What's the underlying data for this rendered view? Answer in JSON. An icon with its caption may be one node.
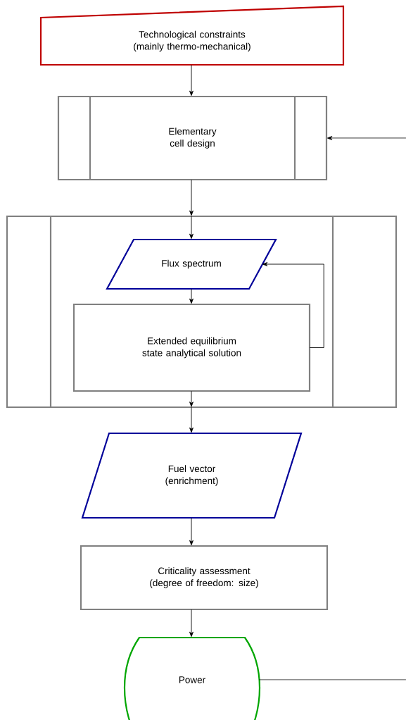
{
  "diagram": {
    "nodes": [
      {
        "text": [
          "Technological constraints (mainly thermo-mechanical)"
        ]
      },
      {
        "text": [
          "Elementary cell design"
        ]
      },
      {
        "text": [],
        "shape": "box"
      },
      {
        "text": [
          "Flux spectrum"
        ],
        "in": 2
      },
      {
        "text": [
          "Extended equilibrium state analytical solution"
        ],
        "in": 2
      },
      {
        "text": [
          "Fuel vector (enrichment)"
        ]
      },
      {
        "text": [
          "Criticality assessment (degree of freedom: size)"
        ]
      },
      {
        "text": [
          "Power"
        ]
      }
    ],
    "edges": [
      {
        "from": 0,
        "to": 1,
        "arrow": "to"
      },
      {
        "from": 1,
        "to": 2,
        "arrow": "to"
      },
      {
        "from": 2,
        "to": 3,
        "arrow": "to"
      },
      {
        "from": 3,
        "to": 4,
        "arrow": "to"
      },
      {
        "from": 4,
        "to": 3,
        "arrow": "to"
      },
      {
        "from": 4,
        "to": 2,
        "arrow": "to"
      },
      {
        "from": 2,
        "to": 5,
        "arrow": "to"
      },
      {
        "from": 5,
        "to": 6,
        "arrow": "to"
      },
      {
        "from": 6,
        "to": 7,
        "arrow": "to"
      },
      {
        "from": 7,
        "to": null,
        "arrow": "none"
      },
      {
        "from": null,
        "to": 1,
        "arrow": "to"
      }
    ]
  }
}
